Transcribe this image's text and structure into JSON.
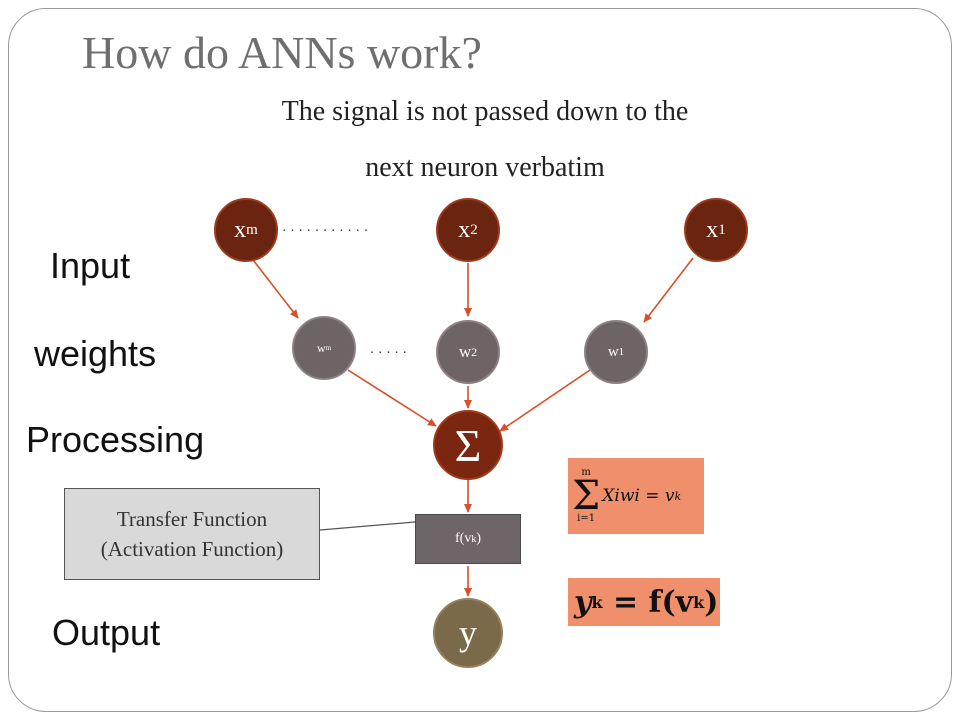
{
  "slide": {
    "title": "How do ANNs work?",
    "subtitle_line1": "The signal is not passed down to the",
    "subtitle_line2": "next neuron verbatim"
  },
  "labels": {
    "input": "Input",
    "weights": "weights",
    "processing": "Processing",
    "output": "Output"
  },
  "nodes": {
    "inputs": [
      {
        "base": "x",
        "sub": "m"
      },
      {
        "base": "x",
        "sub": "2"
      },
      {
        "base": "x",
        "sub": "1"
      }
    ],
    "weights": [
      {
        "base": "w",
        "sub": "m"
      },
      {
        "base": "w",
        "sub": "2"
      },
      {
        "base": "w",
        "sub": "1"
      }
    ],
    "sum_symbol": "Σ",
    "output": "y"
  },
  "dots": {
    "inputs": "............",
    "weights": "....."
  },
  "activation_box": {
    "base": "f(v",
    "sub": "k",
    "close": ")"
  },
  "transfer_box": {
    "line1": "Transfer Function",
    "line2": "(Activation Function)"
  },
  "formula_sum": {
    "upper": "m",
    "lower": "i=1",
    "sigma": "Σ",
    "body": "Xiwi = v",
    "sub": "k"
  },
  "formula_out": {
    "lhs": "y",
    "lhs_sub": "k",
    "rhs": " = f(v",
    "rhs_sub": "k",
    "close": ")"
  },
  "colors": {
    "input_node": "#6b2410",
    "weight_node": "#6e6466",
    "sum_node": "#7a2610",
    "output_node": "#7b6a4a",
    "edge": "#d94f2a",
    "formula_bg": "#ef8f6b"
  }
}
